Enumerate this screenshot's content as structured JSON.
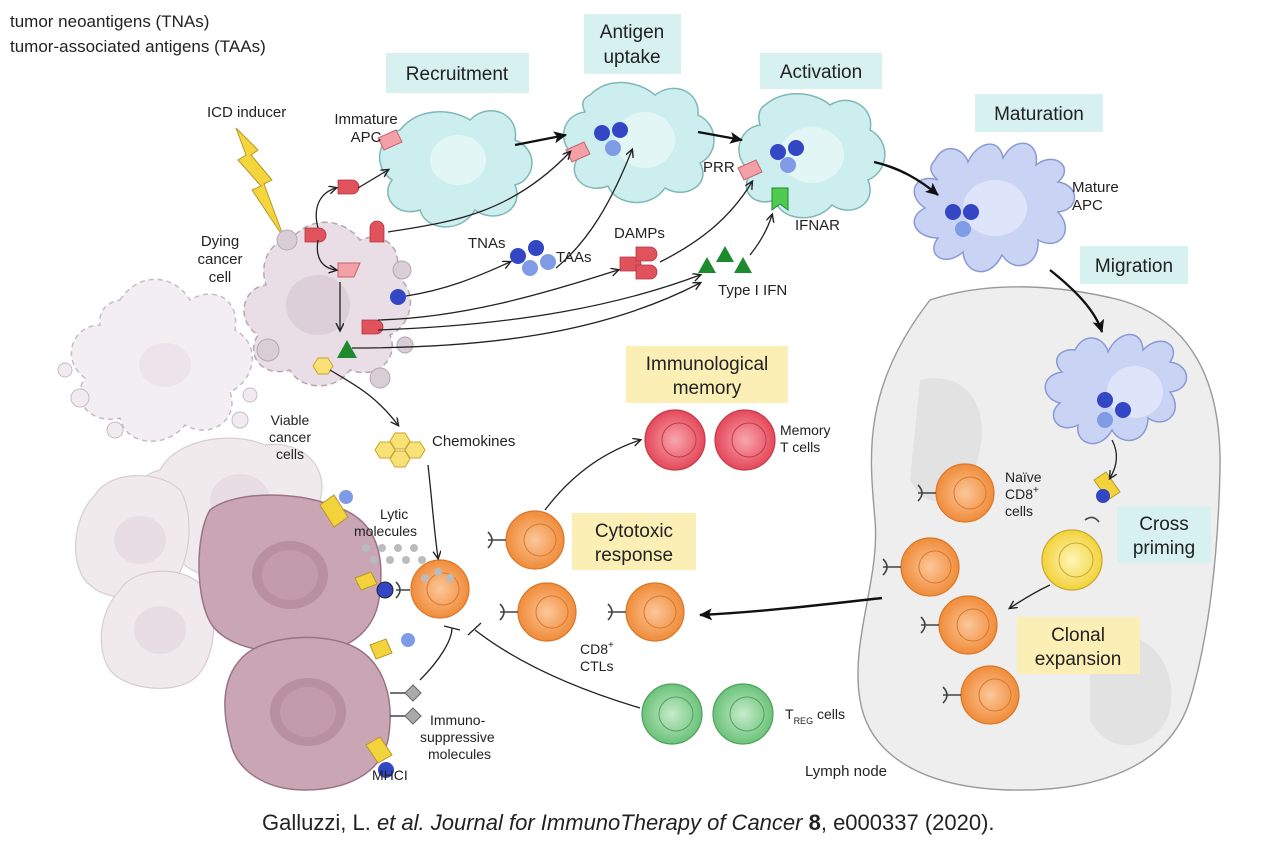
{
  "legend": {
    "line1": "tumor neoantigens (TNAs)",
    "line2": "tumor-associated antigens (TAAs)"
  },
  "stages": {
    "recruitment": "Recruitment",
    "antigen_uptake_1": "Antigen",
    "antigen_uptake_2": "uptake",
    "activation": "Activation",
    "maturation": "Maturation",
    "migration": "Migration",
    "immunological_memory_1": "Immunological",
    "immunological_memory_2": "memory",
    "cytotoxic_response_1": "Cytotoxic",
    "cytotoxic_response_2": "response",
    "cross_priming_1": "Cross",
    "cross_priming_2": "priming",
    "clonal_expansion_1": "Clonal",
    "clonal_expansion_2": "expansion"
  },
  "labels": {
    "icd_inducer": "ICD inducer",
    "immature_apc_1": "Immature",
    "immature_apc_2": "APC",
    "dying_1": "Dying",
    "dying_2": "cancer",
    "dying_3": "cell",
    "tnas": "TNAs",
    "taas": "TAAs",
    "damps": "DAMPs",
    "prr": "PRR",
    "ifnar": "IFNAR",
    "type_i_ifn": "Type I IFN",
    "mature_apc_1": "Mature",
    "mature_apc_2": "APC",
    "viable_1": "Viable",
    "viable_2": "cancer",
    "viable_3": "cells",
    "chemokines": "Chemokines",
    "memory_t_1": "Memory",
    "memory_t_2": "T cells",
    "lytic_1": "Lytic",
    "lytic_2": "molecules",
    "naive_1": "Naïve",
    "naive_2": "CD8",
    "naive_sup": "+",
    "naive_3": "cells",
    "cd8_ctls_1": "CD8",
    "cd8_sup": "+",
    "cd8_ctls_2": "CTLs",
    "treg_t": "T",
    "treg_sub": "REG",
    "treg_cells": " cells",
    "immuno_1": "Immuno-",
    "immuno_2": "suppressive",
    "immuno_3": "molecules",
    "mhci": "MHCI",
    "lymph_node": "Lymph node"
  },
  "citation": {
    "authors": "Galluzzi, L. ",
    "etal": "et al.",
    "journal": " Journal for ImmunoTherapy of Cancer ",
    "volume": "8",
    "rest": ", e000337 (2020)."
  },
  "colors": {
    "apc_cyan": "#cdeeee",
    "mature_apc_blue": "#c9d3f4",
    "label_box_cyan": "#d7f0f0",
    "label_box_yellow": "#fbefb6",
    "tcell_orange": "#f6a865",
    "memory_red": "#ef6a75",
    "treg_green": "#8fd69a",
    "cancer_mauve": "#caa6b4",
    "dying_lilac": "#e9dde6",
    "antigen_blue": "#3347c4",
    "damp_red": "#e0525c",
    "ifn_green": "#1e8a2e",
    "lightning_yellow": "#f5d53c",
    "lymph_node_gray": "#ededed"
  }
}
